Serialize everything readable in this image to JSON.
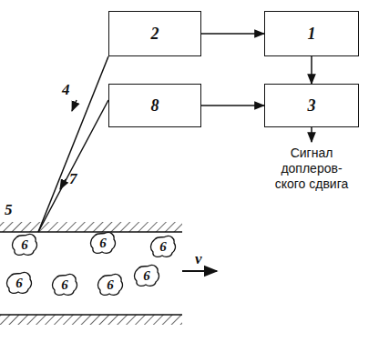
{
  "diagram": {
    "nodes": [
      {
        "text": [
          "2"
        ]
      },
      {
        "text": [
          "1"
        ]
      },
      {
        "text": [
          "8"
        ]
      },
      {
        "text": [
          "3"
        ]
      },
      {
        "text": [
          "6"
        ]
      },
      {
        "text": [
          "6"
        ]
      },
      {
        "text": [
          "6"
        ]
      },
      {
        "text": [
          "6"
        ]
      },
      {
        "text": [
          "6"
        ]
      },
      {
        "text": [
          "6"
        ]
      },
      {
        "text": [
          "6"
        ]
      }
    ],
    "edges": [
      {
        "from": 0,
        "to": 1,
        "arrow": "to"
      },
      {
        "from": 1,
        "to": 3,
        "arrow": "to"
      },
      {
        "from": 2,
        "to": 3,
        "arrow": "to"
      }
    ],
    "labels": [
      "4",
      "7",
      "5",
      "v",
      "Сигнал доплеров- ского сдвига"
    ]
  }
}
